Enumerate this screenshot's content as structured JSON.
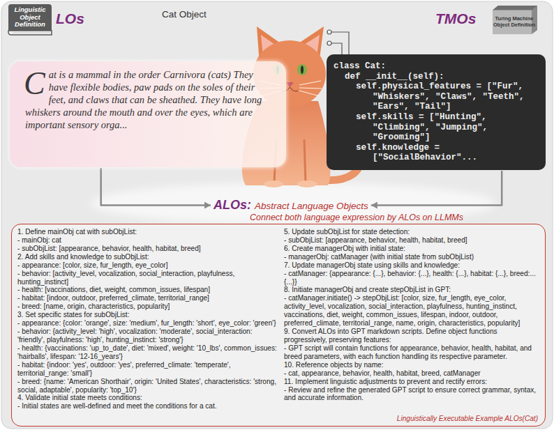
{
  "diagram": {
    "nodes": [
      {
        "text": [
          "Linguistic Object Definition"
        ]
      },
      {
        "text": [
          "Turing Machine Object Definition"
        ]
      },
      {
        "text": [
          "Cat is a mammal in the order Carnivora (cats) They have flexible bodies, paw pads on the soles of their feet, and claws that can be sheathed. They have long whiskers around the mouth and over the eyes, which are important sensory orga..."
        ]
      },
      {
        "text": [
          "class Cat:",
          "def __init__(self):",
          "self.physical_features = [\"Fur\", \"Whiskers\", \"Claws\", \"Teeth\", \"Ears\", \"Tail\"]",
          "self.skills = [\"Hunting\", \"Climbing\", \"Jumping\", \"Grooming\"]",
          "self.knowledge = [\"SocialBehavior\"..."
        ]
      },
      {
        "text": [
          "ALOs:",
          "Abstract Language Objects"
        ]
      },
      {
        "text": [
          "1. Define mainObj cat with subObjList:",
          "- mainObj: cat",
          "- subObjList: [appearance, behavior, health, habitat, breed]",
          "2. Add skills and knowledge to subObjList:",
          "- appearance: [color, size, fur_length, eye_color]",
          "- behavior: [activity_level, vocalization, social_interaction, playfulness, hunting_instinct]",
          "- health: [vaccinations, diet, weight, common_issues, lifespan]",
          "- habitat: [indoor, outdoor, preferred_climate, territorial_range]",
          "- breed: [name, origin, characteristics, popularity]",
          "3. Set specific states for subObjList:",
          "- appearance: {color: 'orange', size: 'medium', fur_length: 'short', eye_color: 'green'}",
          "- behavior: {activity_level: 'high', vocalization: 'moderate', social_interaction: 'friendly', playfulness: 'high', hunting_instinct: 'strong'}",
          "- health: {vaccinations: 'up_to_date', diet: 'mixed', weight: '10_lbs', common_issues: 'hairballs', lifespan: '12-16_years'}",
          "- habitat: {indoor: 'yes', outdoor: 'yes', preferred_climate: 'temperate', territorial_range: 'small'}",
          "- breed: {name: 'American Shorthair', origin: 'United States', characteristics: 'strong, social, adaptable', popularity: 'top_10'}",
          "4. Validate initial state meets conditions:",
          "- Initial states are well-defined and meet the conditions for a cat.",
          "5. Update subObjList for state detection:",
          "- subObjList: [appearance, behavior, health, habitat, breed]",
          "6. Create managerObj with initial state:",
          "- managerObj: catManager (with initial state from subObjList)",
          "7. Update managerObj state using skills and knowledge:",
          "- catManager: {appearance: {...}, behavior: {...}, health: {...}, habitat: {...}, breed:... {...}}",
          "8. Initiate managerObj and create stepObjList in GPT:",
          "- catManager.initiate() -> stepObjList: [color, size, fur_length, eye_color, activity_level, vocalization, social_interaction, playfulness, hunting_instinct, vaccinations, diet, weight, common_issues, lifespan, indoor, outdoor, preferred_climate, territorial_range, name, origin, characteristics, popularity]",
          "9. Convert ALOs into GPT markdown scripts. Define object functions progressively, preserving features:",
          "- GPT script will contain functions for appearance, behavior, health, habitat, and breed parameters, with each function handling its respective parameter.",
          "10. Reference objects by name:",
          "- cat, appearance, behavior, health, habitat, breed, catManager",
          "11. Implement linguistic adjustments to prevent and rectify errors:",
          "- Review and refine the generated GPT script to ensure correct grammar, syntax, and accurate information.",
          "Linguistically Executable Example ALOs(Cat)"
        ]
      }
    ],
    "edges": [
      {
        "from": 2,
        "to": 4,
        "arrow": "to"
      },
      {
        "from": 3,
        "to": 4,
        "arrow": "to"
      }
    ],
    "labels": [
      "Cat Object",
      "LOs",
      "TMOs",
      "Connect both language expression by ALOs on LLMMs"
    ]
  }
}
